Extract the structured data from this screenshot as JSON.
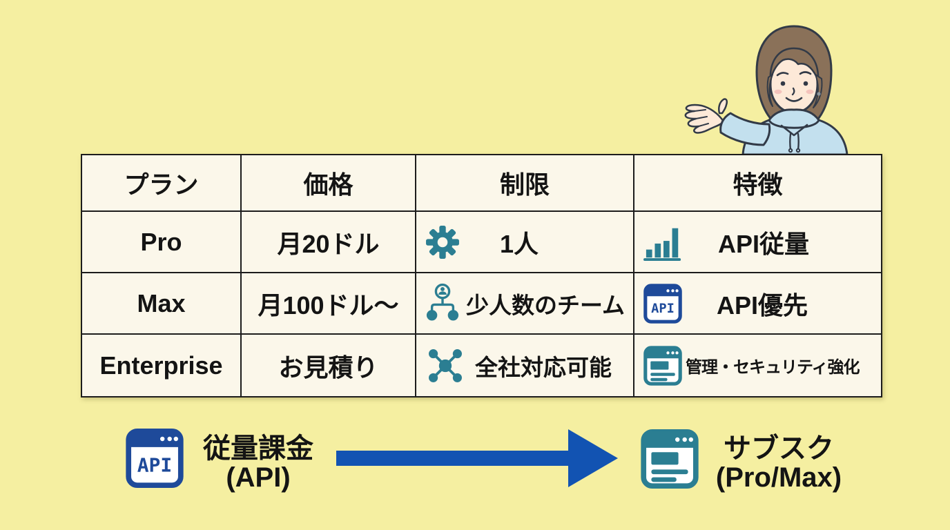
{
  "table": {
    "headers": [
      {
        "label": "プラン"
      },
      {
        "label": "価格"
      },
      {
        "label": "制限"
      },
      {
        "label": "特徴"
      }
    ],
    "rows": [
      {
        "plan": "Pro",
        "price": "月20ドル",
        "limit": {
          "icon": "gear-icon",
          "text": "1人"
        },
        "feature": {
          "icon": "bar-chart-icon",
          "text": "API従量"
        }
      },
      {
        "plan": "Max",
        "price": "月100ドル〜",
        "limit": {
          "icon": "org-chart-icon",
          "text": "少人数のチーム"
        },
        "feature": {
          "icon": "api-browser-icon",
          "text": "API優先"
        }
      },
      {
        "plan": "Enterprise",
        "price": "お見積り",
        "limit": {
          "icon": "network-icon",
          "text": "全社対応可能"
        },
        "feature": {
          "icon": "browser-window-icon",
          "text": "管理・セキュリティ強化"
        }
      }
    ]
  },
  "flow": {
    "from": {
      "icon": "api-browser-icon",
      "line1": "従量課金",
      "line2": "(API)"
    },
    "to": {
      "icon": "browser-window-icon",
      "line1": "サブスク",
      "line2": "(Pro/Max)"
    }
  },
  "icons": {
    "api_label": "API"
  },
  "illustration": {
    "name": "woman-presenting"
  },
  "colors": {
    "background": "#f5efa1",
    "cell": "#fbf7ea",
    "teal": "#2b7e92",
    "blue": "#1e4a9a",
    "arrow_blue": "#1253b2",
    "text": "#141414"
  }
}
